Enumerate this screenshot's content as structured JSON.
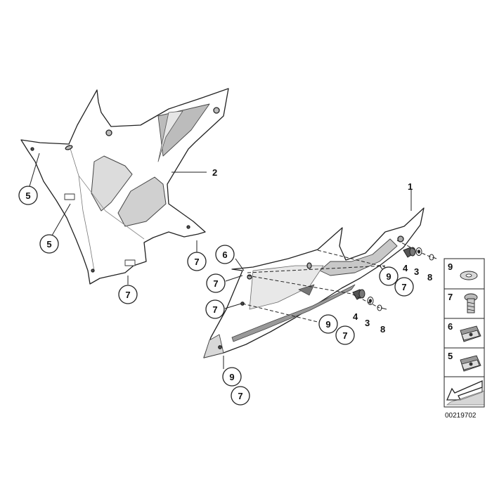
{
  "diagram": {
    "callouts": {
      "c5_upper": "5",
      "c5_lower": "5",
      "c7_left_bottom": "7",
      "c7_mid": "7",
      "c6": "6",
      "c7_upper_mid": "7",
      "c7_lower_mid": "7",
      "c9_right": "9",
      "c7_right": "7",
      "c9_center": "9",
      "c7_center": "7",
      "c9_bottom": "9",
      "c7_bottom": "7"
    },
    "plain_labels": {
      "part2": "2",
      "part1": "1",
      "n4_top": "4",
      "n3_top": "3",
      "n8_top": "8",
      "n4_bottom": "4",
      "n3_bottom": "3",
      "n8_bottom": "8"
    },
    "legend": {
      "items": [
        {
          "num": "9",
          "icon": "washer-icon"
        },
        {
          "num": "7",
          "icon": "screw-icon"
        },
        {
          "num": "6",
          "icon": "clip-nut-icon"
        },
        {
          "num": "5",
          "icon": "clip-nut-icon"
        }
      ],
      "direction_icon": "front-arrow-icon"
    },
    "part_number": "00219702"
  }
}
